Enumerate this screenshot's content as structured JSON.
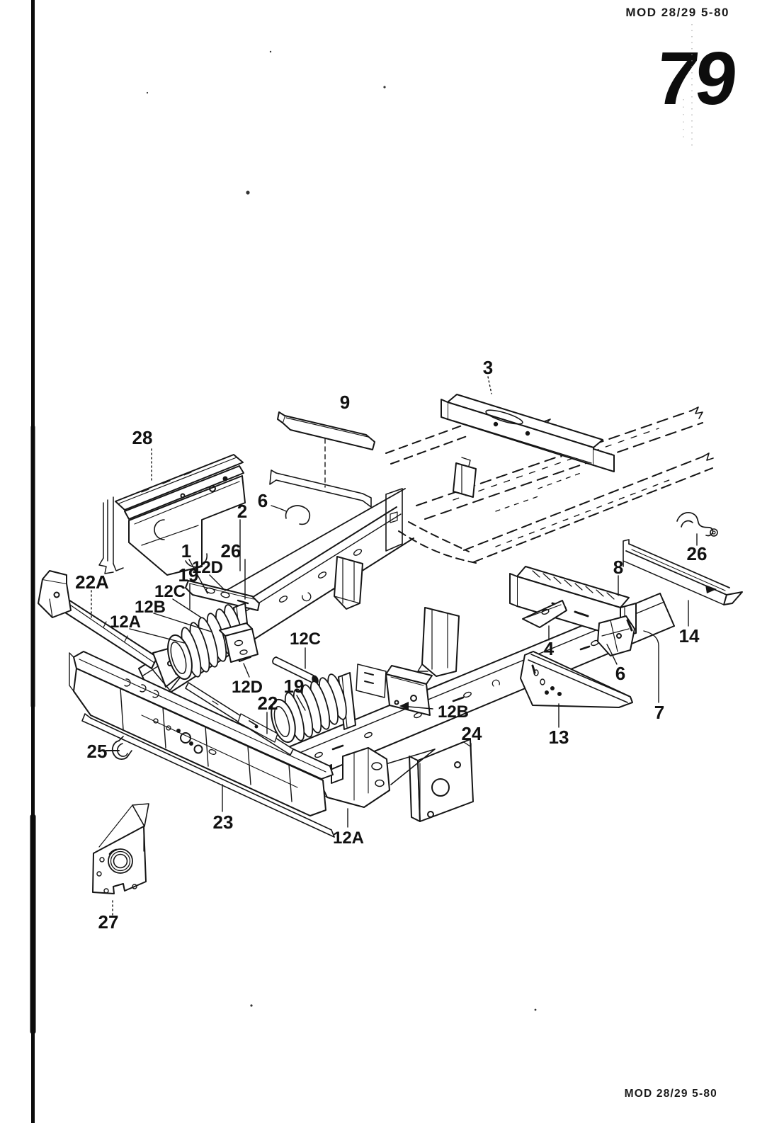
{
  "page": {
    "header_code": "MOD 28/29 5-80",
    "page_number": "79",
    "footer_code": "MOD 28/29 5-80"
  },
  "diagram": {
    "type": "exploded-parts-diagram",
    "callouts": {
      "c28": {
        "label": "28"
      },
      "c9": {
        "label": "9"
      },
      "c3": {
        "label": "3"
      },
      "c2": {
        "label": "2"
      },
      "c6_left": {
        "label": "6"
      },
      "c1": {
        "label": "1"
      },
      "c26_left": {
        "label": "26"
      },
      "c12d_left": {
        "label": "12D"
      },
      "c19_left": {
        "label": "19"
      },
      "c12c_left": {
        "label": "12C"
      },
      "c12b_left": {
        "label": "12B"
      },
      "c12a_left": {
        "label": "12A"
      },
      "c22a": {
        "label": "22A"
      },
      "c26_right": {
        "label": "26"
      },
      "c8": {
        "label": "8"
      },
      "c14": {
        "label": "14"
      },
      "c4": {
        "label": "4"
      },
      "c6_right": {
        "label": "6"
      },
      "c7": {
        "label": "7"
      },
      "c13": {
        "label": "13"
      },
      "c12c_mid": {
        "label": "12C"
      },
      "c19_mid": {
        "label": "19"
      },
      "c12d_mid": {
        "label": "12D"
      },
      "c22": {
        "label": "22"
      },
      "c12b_mid": {
        "label": "12B"
      },
      "c24": {
        "label": "24"
      },
      "c12a_bottom": {
        "label": "12A"
      },
      "c25": {
        "label": "25"
      },
      "c23": {
        "label": "23"
      },
      "c27": {
        "label": "27"
      }
    }
  }
}
